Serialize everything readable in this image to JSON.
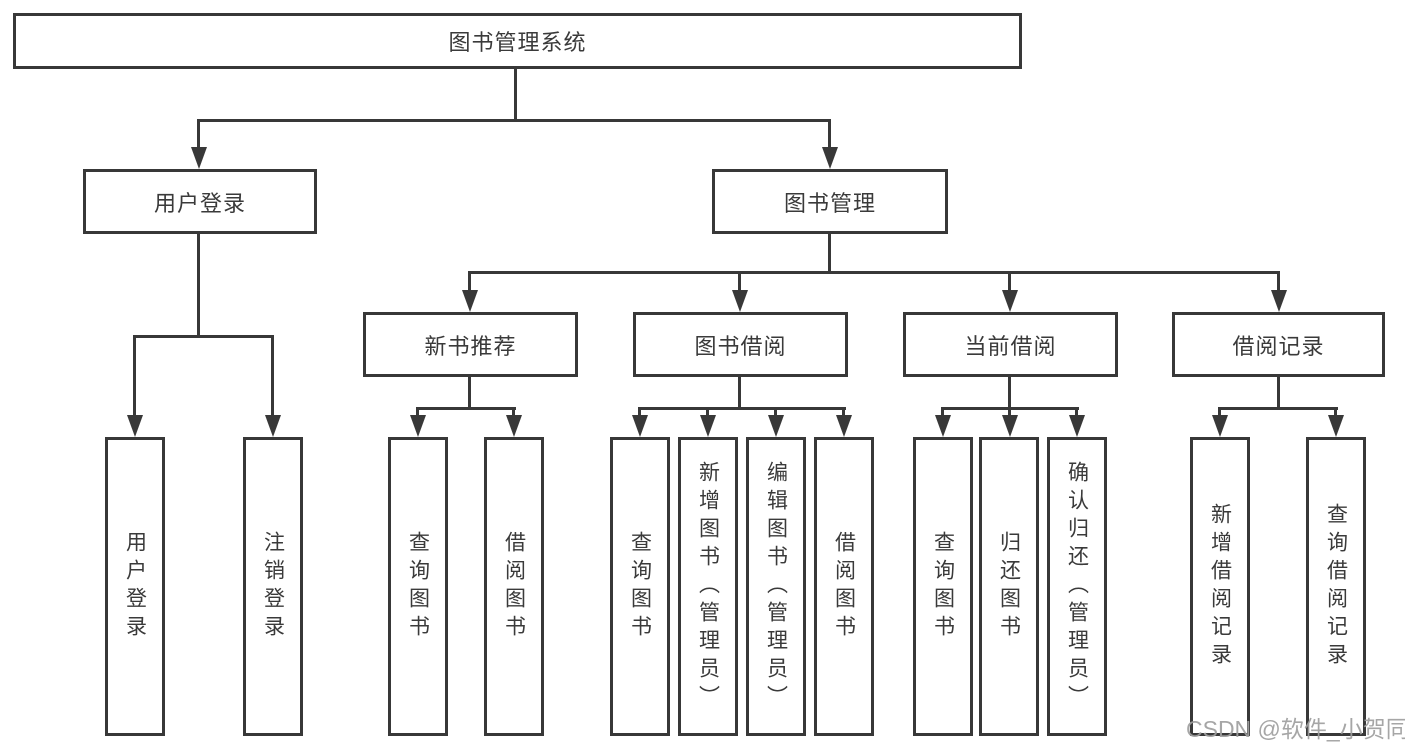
{
  "diagram": {
    "title": "图书管理系统",
    "watermark": "CSDN @软件_小贺同学",
    "colors": {
      "line": "#383838",
      "text": "#3a3a3a",
      "background": "#ffffff",
      "watermark": "#9e9e9e"
    },
    "root": {
      "label": "图书管理系统"
    },
    "level2": [
      {
        "label": "用户登录",
        "parent": "图书管理系统"
      },
      {
        "label": "图书管理",
        "parent": "图书管理系统"
      }
    ],
    "level3": [
      {
        "label": "新书推荐",
        "parent": "图书管理"
      },
      {
        "label": "图书借阅",
        "parent": "图书管理"
      },
      {
        "label": "当前借阅",
        "parent": "图书管理"
      },
      {
        "label": "借阅记录",
        "parent": "图书管理"
      }
    ],
    "leaves": [
      {
        "label": "用户登录",
        "parent": "用户登录"
      },
      {
        "label": "注销登录",
        "parent": "用户登录"
      },
      {
        "label": "查询图书",
        "parent": "新书推荐"
      },
      {
        "label": "借阅图书",
        "parent": "新书推荐"
      },
      {
        "label": "查询图书",
        "parent": "图书借阅"
      },
      {
        "label": "新增图书（管理员）",
        "parent": "图书借阅"
      },
      {
        "label": "编辑图书（管理员）",
        "parent": "图书借阅"
      },
      {
        "label": "借阅图书",
        "parent": "图书借阅"
      },
      {
        "label": "查询图书",
        "parent": "当前借阅"
      },
      {
        "label": "归还图书",
        "parent": "当前借阅"
      },
      {
        "label": "确认归还（管理员）",
        "parent": "当前借阅"
      },
      {
        "label": "新增借阅记录",
        "parent": "借阅记录"
      },
      {
        "label": "查询借阅记录",
        "parent": "借阅记录"
      }
    ]
  }
}
